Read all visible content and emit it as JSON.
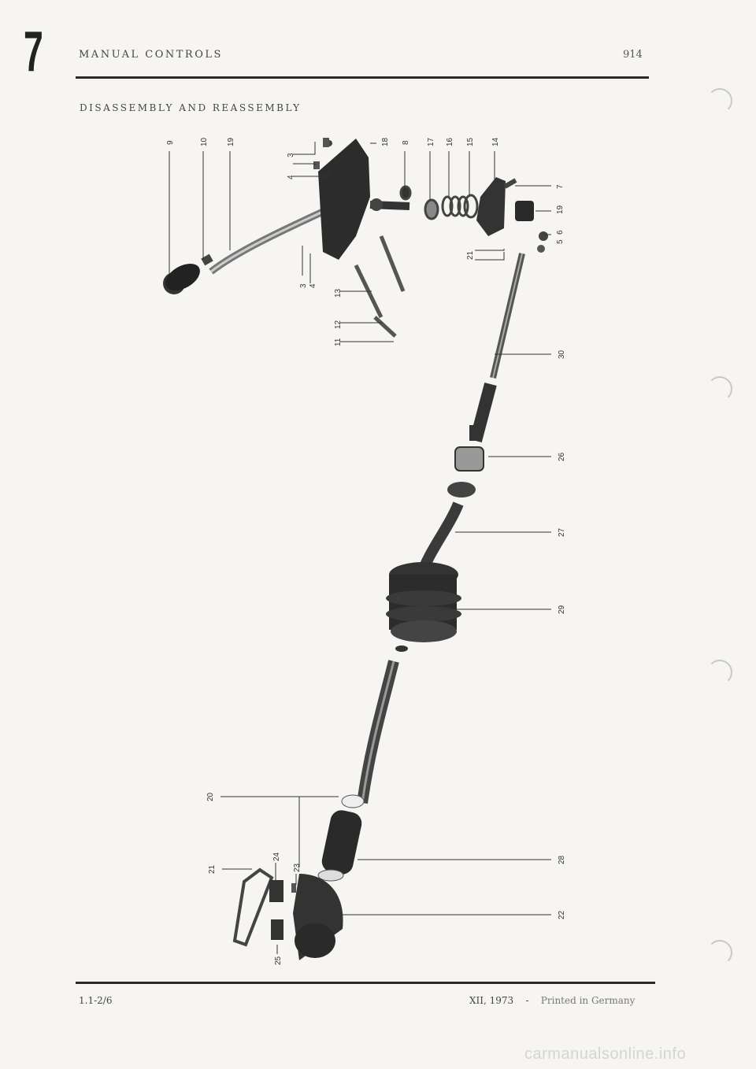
{
  "header": {
    "section_number": "7",
    "section_title": "MANUAL CONTROLS",
    "model": "914"
  },
  "page": {
    "subtitle": "DISASSEMBLY AND REASSEMBLY"
  },
  "diagram": {
    "callouts": [
      "9",
      "10",
      "19",
      "3",
      "4",
      "18",
      "8",
      "17",
      "16",
      "15",
      "14",
      "7",
      "19",
      "6",
      "5",
      "21",
      "3",
      "4",
      "13",
      "12",
      "11",
      "30",
      "26",
      "27",
      "29",
      "20",
      "28",
      "24",
      "23",
      "21",
      "22",
      "25"
    ]
  },
  "footer": {
    "page_ref": "1.1-2/6",
    "edition": "XII, 1973",
    "separator": "-",
    "printed": "Printed in Germany"
  },
  "watermark": {
    "text": "carmanualsonline.info"
  }
}
